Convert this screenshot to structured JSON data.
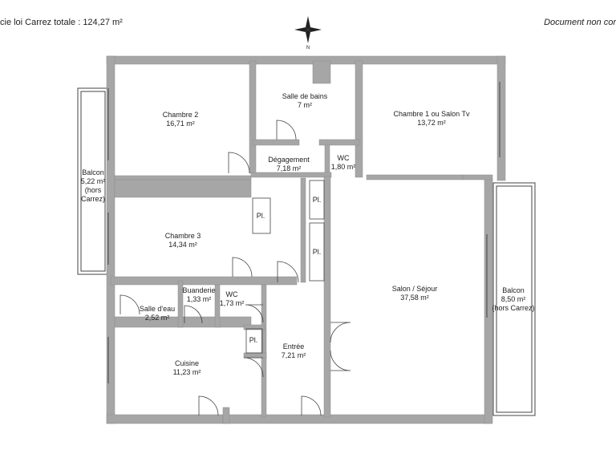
{
  "header": {
    "total_area": "cie loi Carrez totale :  124,27 m²",
    "disclaimer": "Document non cor"
  },
  "compass": {
    "north_label": "N"
  },
  "rooms": {
    "chambre2": {
      "name": "Chambre 2",
      "area": "16,71 m²"
    },
    "salle_bains": {
      "name": "Salle de bains",
      "area": "7 m²"
    },
    "chambre1": {
      "name": "Chambre 1 ou Salon Tv",
      "area": "13,72 m²"
    },
    "degagement": {
      "name": "Dégagement",
      "area": "7,18 m²"
    },
    "wc1": {
      "name": "WC",
      "area": "1,80 m²"
    },
    "balcon_left": {
      "name": "Balcon",
      "area": "5,22 m²",
      "note1": "(hors",
      "note2": "Carrez)"
    },
    "chambre3": {
      "name": "Chambre 3",
      "area": "14,34 m²"
    },
    "placard1": {
      "name": "Pl."
    },
    "placard2": {
      "name": "Pl."
    },
    "placard3": {
      "name": "Pl."
    },
    "placard4": {
      "name": "Pl."
    },
    "salon": {
      "name": "Salon / Séjour",
      "area": "37,58 m²"
    },
    "balcon_right": {
      "name": "Balcon",
      "area": "8,50 m²",
      "note": "(hors Carrez)"
    },
    "salle_eau": {
      "name": "Salle d'eau",
      "area": "2,52 m²"
    },
    "buanderie": {
      "name": "Buanderie",
      "area": "1,33 m²"
    },
    "wc2": {
      "name": "WC",
      "area": "1,73 m²"
    },
    "cuisine": {
      "name": "Cuisine",
      "area": "11,23 m²"
    },
    "entree": {
      "name": "Entrée",
      "area": "7,21 m²"
    }
  },
  "colors": {
    "wall": "#a6a6a6",
    "wall_edge": "#8c8c8c",
    "line": "#444444"
  }
}
